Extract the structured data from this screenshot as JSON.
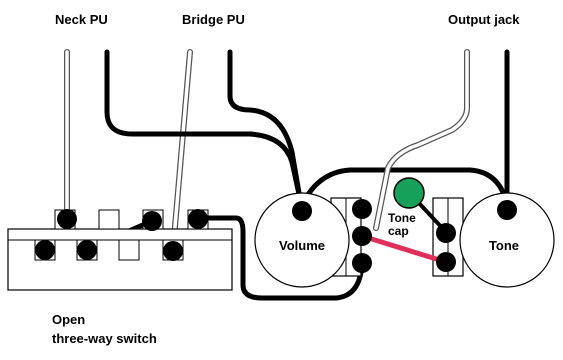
{
  "labels": {
    "neck_pu": "Neck PU",
    "bridge_pu": "Bridge PU",
    "output_jack": "Output jack",
    "volume": "Volume",
    "tone": "Tone",
    "tone_cap_line1": "Tone",
    "tone_cap_line2": "cap",
    "switch_line1": "Open",
    "switch_line2": "three-way switch"
  },
  "colors": {
    "wire_black": "#000000",
    "cap_body": "#17a05a",
    "cap_lead": "#e0305a",
    "shield": "#c9c9c9"
  }
}
